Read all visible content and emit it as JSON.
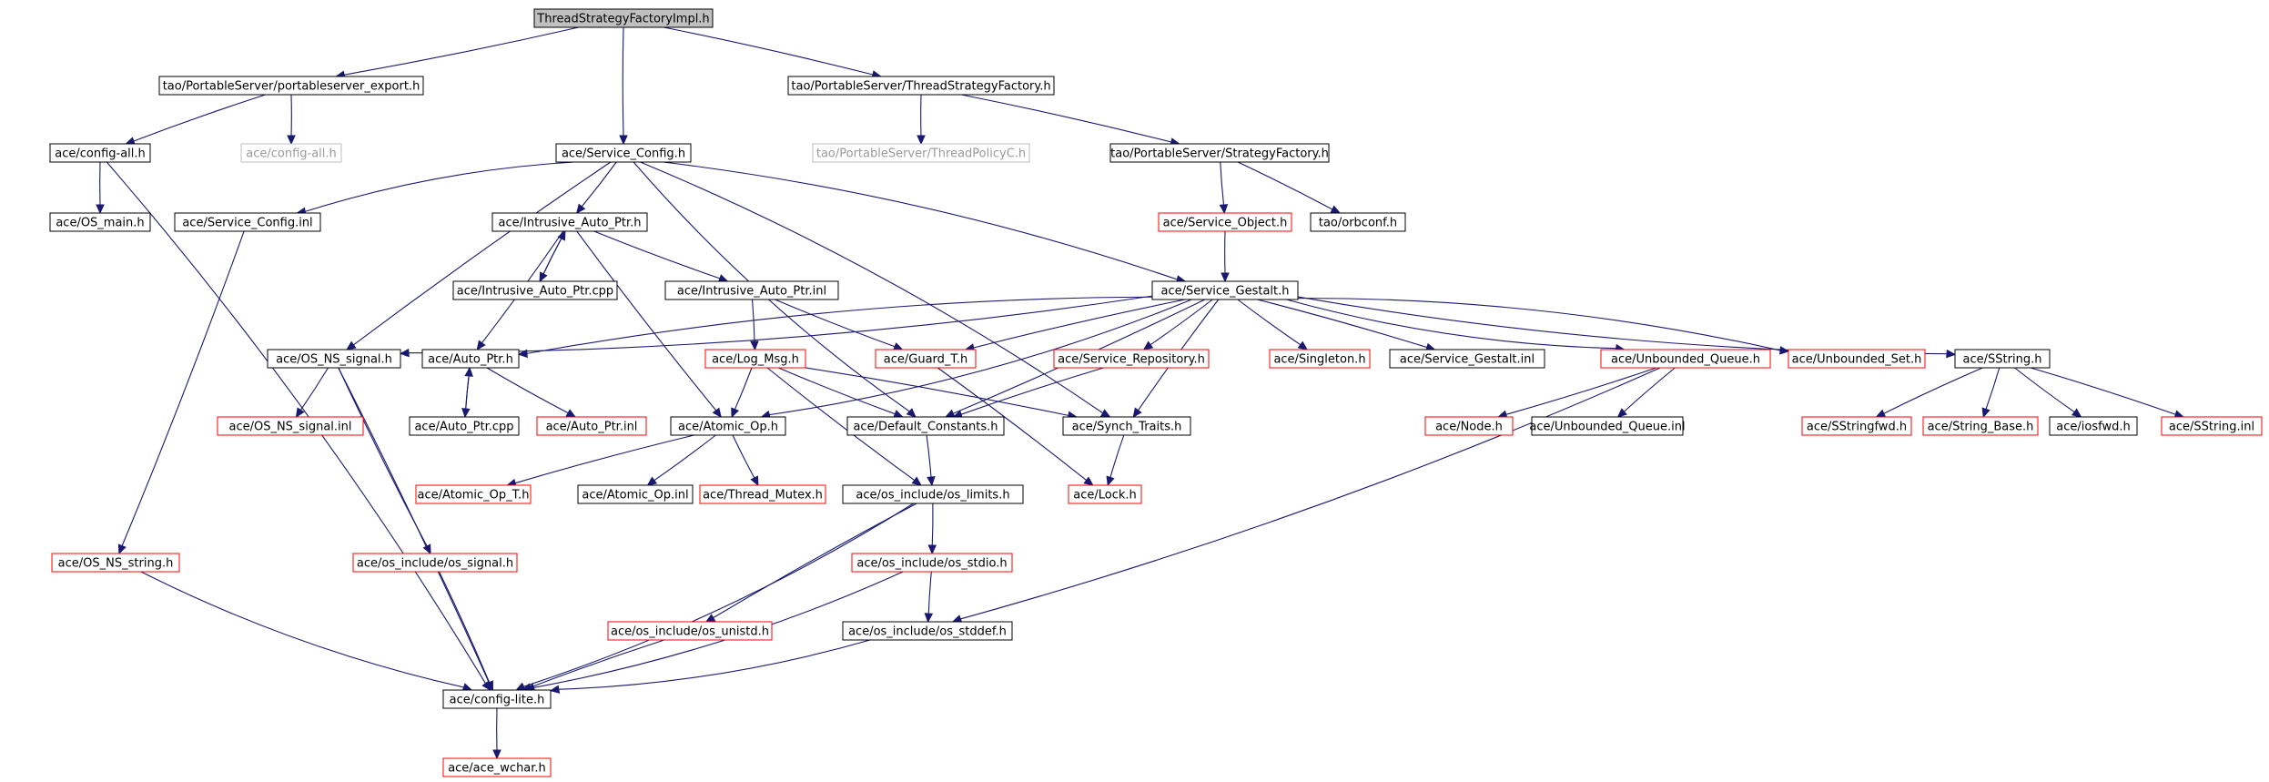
{
  "diagram": {
    "type": "include-dependency-graph",
    "colors": {
      "edge": "#191970",
      "root_fill": "#c0c0c0",
      "normal_border": "#000000",
      "truncated_border": "#ff0000",
      "external_border": "#bfbfbf",
      "external_text": "#9a9a9a"
    },
    "nodes": [
      {
        "id": "root",
        "label": "ThreadStrategyFactoryImpl.h",
        "kind": "root"
      },
      {
        "id": "pse",
        "label": "tao/PortableServer/portableserver_export.h",
        "kind": "normal"
      },
      {
        "id": "tsf",
        "label": "tao/PortableServer/ThreadStrategyFactory.h",
        "kind": "normal"
      },
      {
        "id": "cfgall",
        "label": "ace/config-all.h",
        "kind": "normal"
      },
      {
        "id": "cfgall2",
        "label": "ace/config-all.h",
        "kind": "external"
      },
      {
        "id": "svccfg",
        "label": "ace/Service_Config.h",
        "kind": "normal"
      },
      {
        "id": "tpc",
        "label": "tao/PortableServer/ThreadPolicyC.h",
        "kind": "external"
      },
      {
        "id": "sf",
        "label": "tao/PortableServer/StrategyFactory.h",
        "kind": "normal"
      },
      {
        "id": "osmain",
        "label": "ace/OS_main.h",
        "kind": "normal"
      },
      {
        "id": "svcinl",
        "label": "ace/Service_Config.inl",
        "kind": "normal"
      },
      {
        "id": "iap",
        "label": "ace/Intrusive_Auto_Ptr.h",
        "kind": "normal"
      },
      {
        "id": "svcobj",
        "label": "ace/Service_Object.h",
        "kind": "truncated"
      },
      {
        "id": "orbconf",
        "label": "tao/orbconf.h",
        "kind": "normal"
      },
      {
        "id": "iapcpp",
        "label": "ace/Intrusive_Auto_Ptr.cpp",
        "kind": "normal"
      },
      {
        "id": "iapinl",
        "label": "ace/Intrusive_Auto_Ptr.inl",
        "kind": "normal"
      },
      {
        "id": "gestalt",
        "label": "ace/Service_Gestalt.h",
        "kind": "normal"
      },
      {
        "id": "nssig",
        "label": "ace/OS_NS_signal.h",
        "kind": "normal"
      },
      {
        "id": "autoptr",
        "label": "ace/Auto_Ptr.h",
        "kind": "normal"
      },
      {
        "id": "logmsg",
        "label": "ace/Log_Msg.h",
        "kind": "truncated"
      },
      {
        "id": "guard",
        "label": "ace/Guard_T.h",
        "kind": "truncated"
      },
      {
        "id": "repo",
        "label": "ace/Service_Repository.h",
        "kind": "truncated"
      },
      {
        "id": "singleton",
        "label": "ace/Singleton.h",
        "kind": "truncated"
      },
      {
        "id": "gestaltinl",
        "label": "ace/Service_Gestalt.inl",
        "kind": "normal"
      },
      {
        "id": "ubq",
        "label": "ace/Unbounded_Queue.h",
        "kind": "truncated"
      },
      {
        "id": "ubs",
        "label": "ace/Unbounded_Set.h",
        "kind": "truncated"
      },
      {
        "id": "sstring",
        "label": "ace/SString.h",
        "kind": "normal"
      },
      {
        "id": "nssiginl",
        "label": "ace/OS_NS_signal.inl",
        "kind": "truncated"
      },
      {
        "id": "autoptrcpp",
        "label": "ace/Auto_Ptr.cpp",
        "kind": "normal"
      },
      {
        "id": "autoptrinl",
        "label": "ace/Auto_Ptr.inl",
        "kind": "truncated"
      },
      {
        "id": "atomic",
        "label": "ace/Atomic_Op.h",
        "kind": "normal"
      },
      {
        "id": "defconst",
        "label": "ace/Default_Constants.h",
        "kind": "normal"
      },
      {
        "id": "synch",
        "label": "ace/Synch_Traits.h",
        "kind": "normal"
      },
      {
        "id": "node",
        "label": "ace/Node.h",
        "kind": "truncated"
      },
      {
        "id": "ubqinl",
        "label": "ace/Unbounded_Queue.inl",
        "kind": "normal"
      },
      {
        "id": "sstrfwd",
        "label": "ace/SStringfwd.h",
        "kind": "truncated"
      },
      {
        "id": "strbase",
        "label": "ace/String_Base.h",
        "kind": "truncated"
      },
      {
        "id": "iosfwd",
        "label": "ace/iosfwd.h",
        "kind": "normal"
      },
      {
        "id": "sstrinl",
        "label": "ace/SString.inl",
        "kind": "truncated"
      },
      {
        "id": "atomict",
        "label": "ace/Atomic_Op_T.h",
        "kind": "truncated"
      },
      {
        "id": "atomicinl",
        "label": "ace/Atomic_Op.inl",
        "kind": "normal"
      },
      {
        "id": "tmutex",
        "label": "ace/Thread_Mutex.h",
        "kind": "truncated"
      },
      {
        "id": "oslimits",
        "label": "ace/os_include/os_limits.h",
        "kind": "normal"
      },
      {
        "id": "lock",
        "label": "ace/Lock.h",
        "kind": "truncated"
      },
      {
        "id": "nsstring",
        "label": "ace/OS_NS_string.h",
        "kind": "truncated"
      },
      {
        "id": "ossignal",
        "label": "ace/os_include/os_signal.h",
        "kind": "truncated"
      },
      {
        "id": "osstdio",
        "label": "ace/os_include/os_stdio.h",
        "kind": "truncated"
      },
      {
        "id": "osunistd",
        "label": "ace/os_include/os_unistd.h",
        "kind": "truncated"
      },
      {
        "id": "osstddef",
        "label": "ace/os_include/os_stddef.h",
        "kind": "normal"
      },
      {
        "id": "cfglite",
        "label": "ace/config-lite.h",
        "kind": "normal"
      },
      {
        "id": "wchar",
        "label": "ace/ace_wchar.h",
        "kind": "truncated"
      }
    ],
    "edges": [
      [
        "root",
        "pse"
      ],
      [
        "root",
        "svccfg"
      ],
      [
        "root",
        "tsf"
      ],
      [
        "pse",
        "cfgall"
      ],
      [
        "pse",
        "cfgall2"
      ],
      [
        "tsf",
        "tpc"
      ],
      [
        "tsf",
        "sf"
      ],
      [
        "cfgall",
        "osmain"
      ],
      [
        "cfgall",
        "cfglite"
      ],
      [
        "svccfg",
        "svcinl"
      ],
      [
        "svccfg",
        "iap"
      ],
      [
        "svccfg",
        "nssig"
      ],
      [
        "svccfg",
        "gestalt"
      ],
      [
        "svccfg",
        "defconst"
      ],
      [
        "svccfg",
        "synch"
      ],
      [
        "sf",
        "svcobj"
      ],
      [
        "sf",
        "orbconf"
      ],
      [
        "svcobj",
        "gestalt"
      ],
      [
        "svcinl",
        "nsstring"
      ],
      [
        "iap",
        "iapcpp"
      ],
      [
        "iapcpp",
        "iap"
      ],
      [
        "iap",
        "iapinl"
      ],
      [
        "iap",
        "autoptr"
      ],
      [
        "iap",
        "atomic"
      ],
      [
        "iapinl",
        "logmsg"
      ],
      [
        "iapinl",
        "guard"
      ],
      [
        "gestalt",
        "nssig"
      ],
      [
        "gestalt",
        "autoptr"
      ],
      [
        "gestalt",
        "atomic"
      ],
      [
        "gestalt",
        "guard"
      ],
      [
        "gestalt",
        "repo"
      ],
      [
        "gestalt",
        "singleton"
      ],
      [
        "gestalt",
        "gestaltinl"
      ],
      [
        "gestalt",
        "ubq"
      ],
      [
        "gestalt",
        "ubs"
      ],
      [
        "gestalt",
        "sstring"
      ],
      [
        "gestalt",
        "defconst"
      ],
      [
        "gestalt",
        "synch"
      ],
      [
        "nssig",
        "nssiginl"
      ],
      [
        "nssig",
        "ossignal"
      ],
      [
        "nssig",
        "cfglite"
      ],
      [
        "autoptr",
        "autoptrcpp"
      ],
      [
        "autoptrcpp",
        "autoptr"
      ],
      [
        "autoptr",
        "autoptrinl"
      ],
      [
        "logmsg",
        "atomic"
      ],
      [
        "logmsg",
        "defconst"
      ],
      [
        "logmsg",
        "synch"
      ],
      [
        "logmsg",
        "oslimits"
      ],
      [
        "guard",
        "lock"
      ],
      [
        "repo",
        "defconst"
      ],
      [
        "ubq",
        "node"
      ],
      [
        "ubq",
        "ubqinl"
      ],
      [
        "ubq",
        "osstddef"
      ],
      [
        "sstring",
        "sstrfwd"
      ],
      [
        "sstring",
        "strbase"
      ],
      [
        "sstring",
        "iosfwd"
      ],
      [
        "sstring",
        "sstrinl"
      ],
      [
        "atomic",
        "atomict"
      ],
      [
        "atomic",
        "atomicinl"
      ],
      [
        "atomic",
        "tmutex"
      ],
      [
        "defconst",
        "oslimits"
      ],
      [
        "synch",
        "lock"
      ],
      [
        "oslimits",
        "osstdio"
      ],
      [
        "oslimits",
        "osunistd"
      ],
      [
        "oslimits",
        "cfglite"
      ],
      [
        "nsstring",
        "cfglite"
      ],
      [
        "ossignal",
        "cfglite"
      ],
      [
        "osstdio",
        "osstddef"
      ],
      [
        "osstdio",
        "cfglite"
      ],
      [
        "osunistd",
        "cfglite"
      ],
      [
        "osstddef",
        "cfglite"
      ],
      [
        "cfglite",
        "wchar"
      ]
    ]
  }
}
